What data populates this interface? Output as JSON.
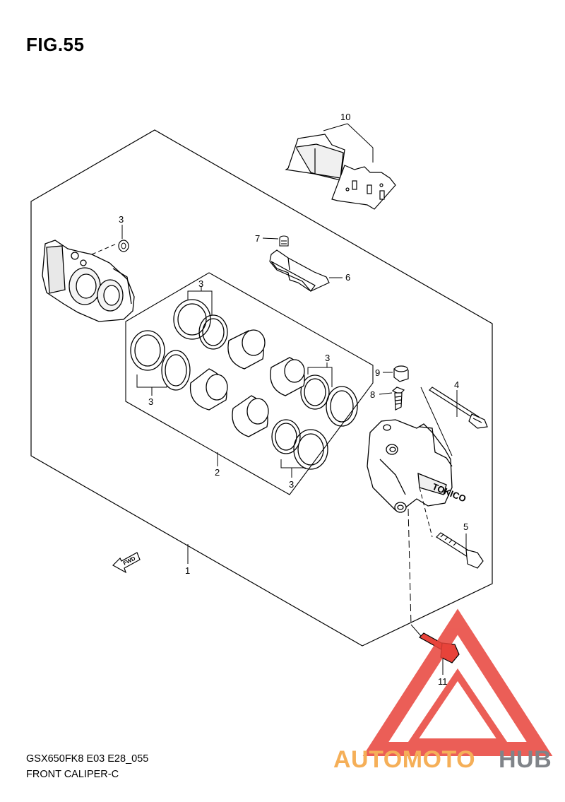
{
  "figure": {
    "title": "FIG.55",
    "code": "GSX650FK8 E03 E28_055",
    "name": "FRONT CALIPER-C"
  },
  "callouts": {
    "c1": "1",
    "c2": "2",
    "c3a": "3",
    "c3b": "3",
    "c3c": "3",
    "c3d": "3",
    "c3e": "3",
    "c4": "4",
    "c5": "5",
    "c6": "6",
    "c7": "7",
    "c8": "8",
    "c9": "9",
    "c10": "10",
    "c11": "11"
  },
  "parts": {
    "fwd_arrow": "FWD",
    "caliper_marking": "TOKICO"
  },
  "watermark": {
    "part1": "AUTOMOTO",
    "part2": "HUB",
    "colors": {
      "triangle": "#e8433a",
      "part1": "#f4a23c",
      "part2": "#6a6f75"
    }
  }
}
